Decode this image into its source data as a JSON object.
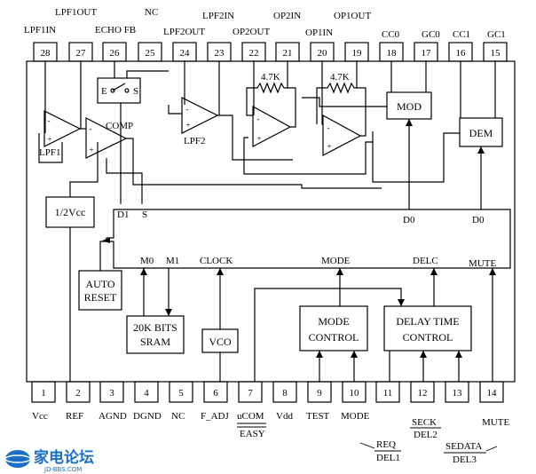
{
  "top_labels": {
    "lpf1out": "LPF1OUT",
    "nc": "NC",
    "lpf2in": "LPF2IN",
    "op2in": "OP2IN",
    "op1out": "OP1OUT",
    "lpf1in": "LPF1IN",
    "echo_fb": "ECHO FB",
    "lpf2out": "LPF2OUT",
    "op2out": "OP2OUT",
    "op1in": "OP1IN",
    "cc0": "CC0",
    "gc0": "GC0",
    "cc1": "CC1",
    "gc1": "GC1"
  },
  "top_pins": [
    "28",
    "27",
    "26",
    "25",
    "24",
    "23",
    "22",
    "21",
    "20",
    "19",
    "18",
    "17",
    "16",
    "15"
  ],
  "bottom_pins": [
    "1",
    "2",
    "3",
    "4",
    "5",
    "6",
    "7",
    "8",
    "9",
    "10",
    "11",
    "12",
    "13",
    "14"
  ],
  "bottom_labels": {
    "vcc": "Vcc",
    "ref": "REF",
    "agnd": "AGND",
    "dgnd": "DGND",
    "nc": "NC",
    "f_adj": "F_ADJ",
    "ucom": "uCOM",
    "easy": "EASY",
    "vdd": "Vdd",
    "test": "TEST",
    "mode": "MODE",
    "seck": "SECK",
    "del2": "DEL2",
    "mute": "MUTE",
    "req": "REQ",
    "del1": "DEL1",
    "sedata": "SEDATA",
    "del3": "DEL3"
  },
  "blocks": {
    "half_vcc": "1/2Vcc",
    "auto_reset_1": "AUTO",
    "auto_reset_2": "RESET",
    "sram_1": "20K BITS",
    "sram_2": "SRAM",
    "vco": "VCO",
    "mode_ctrl_1": "MODE",
    "mode_ctrl_2": "CONTROL",
    "delay_ctrl_1": "DELAY TIME",
    "delay_ctrl_2": "CONTROL",
    "mod": "MOD",
    "dem": "DEM"
  },
  "internal": {
    "comp": "COMP",
    "lpf1": "LPF1",
    "lpf2": "LPF2",
    "res1": "4.7K",
    "res2": "4.7K",
    "switch_e": "E",
    "switch_s": "S",
    "d1": "D1",
    "s": "S",
    "d0_a": "D0",
    "d0_b": "D0",
    "m0": "M0",
    "m1": "M1",
    "clock": "CLOCK",
    "mode": "MODE",
    "delc": "DELC",
    "mute": "MUTE",
    "plus": "+",
    "minus": "-"
  },
  "watermark": {
    "cn": "家电论坛",
    "url": "JD-BBS.COM"
  }
}
